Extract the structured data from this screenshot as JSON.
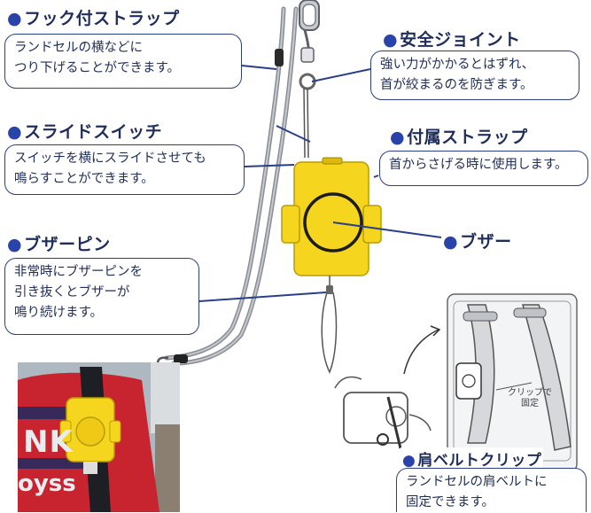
{
  "sections": {
    "hook_strap": {
      "title": "フック付ストラップ",
      "lines": [
        "ランドセルの横などに",
        "つり下げることができます。"
      ]
    },
    "safety_joint": {
      "title": "安全ジョイント",
      "lines": [
        "強い力がかかるとはずれ、",
        "首が絞まるのを防ぎます。"
      ]
    },
    "slide_switch": {
      "title": "スライドスイッチ",
      "lines": [
        "スイッチを横にスライドさせても",
        "鳴らすことができます。"
      ]
    },
    "attached_strap": {
      "title": "付属ストラップ",
      "lines": [
        "首からさげる時に使用します。"
      ]
    },
    "buzzer_pin": {
      "title": "ブザーピン",
      "lines": [
        "非常時にブザーピンを",
        "引き抜くとブザーが",
        "鳴り続けます。"
      ]
    },
    "buzzer": {
      "title": "ブザー"
    },
    "shoulder_clip": {
      "title": "肩ベルトクリップ",
      "lines": [
        "ランドセルの肩ベルトに",
        "固定できます。"
      ]
    }
  },
  "illustration": {
    "clip_label_lines": [
      "クリップで",
      "固定"
    ]
  },
  "photo": {
    "shirt_text_1": "NK",
    "shirt_text_2": "oyss"
  },
  "colors": {
    "title_text": "#1f2d5a",
    "bullet": "#2a43a8",
    "leader_line": "#2a3f8a",
    "buzzer_yellow": "#f5d51e",
    "strap_gray": "#8a8f96",
    "shirt_red": "#c8242f"
  }
}
